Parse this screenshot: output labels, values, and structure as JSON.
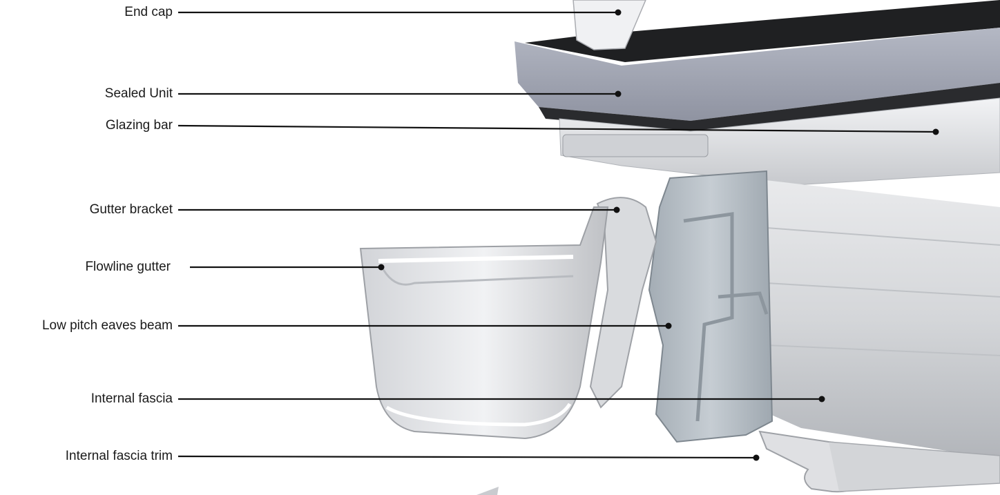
{
  "diagram": {
    "callouts": [
      {
        "id": "end-cap",
        "label": "End cap"
      },
      {
        "id": "sealed-unit",
        "label": "Sealed Unit"
      },
      {
        "id": "glazing-bar",
        "label": "Glazing bar"
      },
      {
        "id": "gutter-bracket",
        "label": "Gutter bracket"
      },
      {
        "id": "flowline-gutter",
        "label": "Flowline gutter"
      },
      {
        "id": "low-pitch-eaves-beam",
        "label": "Low pitch eaves beam"
      },
      {
        "id": "internal-fascia",
        "label": "Internal fascia"
      },
      {
        "id": "internal-fascia-trim",
        "label": "Internal fascia trim"
      }
    ]
  },
  "colors": {
    "line": "#111111",
    "label": "#1a1a1a",
    "glass": "#a3a7b4",
    "frame-dark": "#1c1c1e",
    "pvc-light": "#e8e9eb",
    "pvc-mid": "#c9cbcf",
    "pvc-shadow": "#9ea1a6",
    "aluminium": "#b9c1c8"
  }
}
